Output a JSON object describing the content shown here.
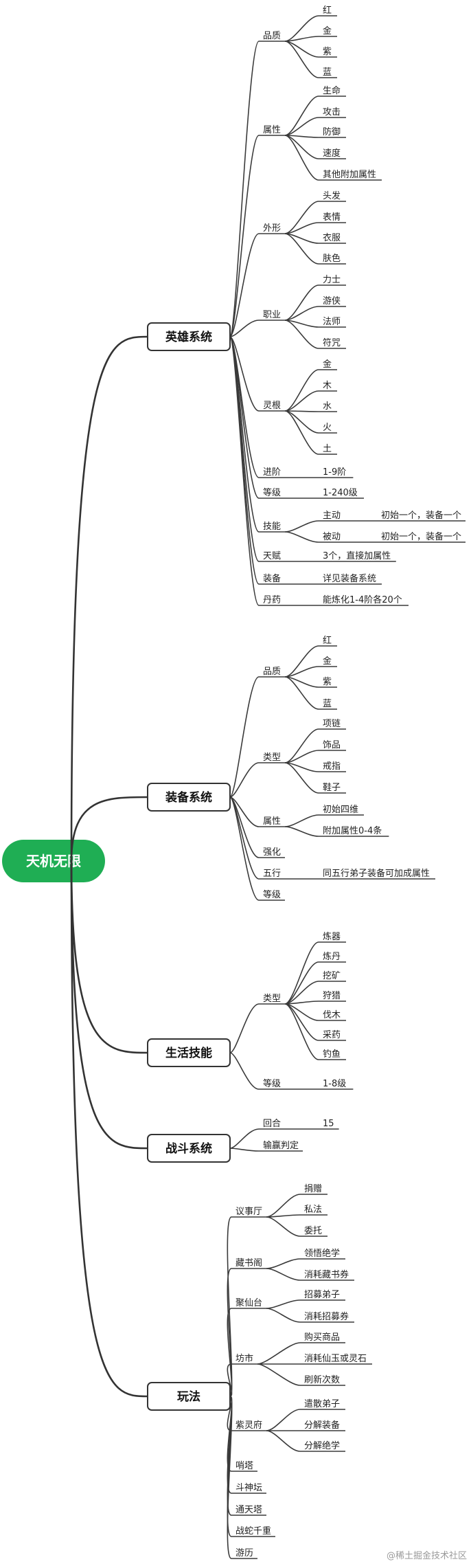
{
  "root": {
    "label": "天机无限"
  },
  "branches": [
    {
      "label": "英雄系统",
      "children": [
        {
          "label": "品质",
          "children": [
            {
              "label": "红"
            },
            {
              "label": "金"
            },
            {
              "label": "紫"
            },
            {
              "label": "蓝"
            }
          ]
        },
        {
          "label": "属性",
          "children": [
            {
              "label": "生命"
            },
            {
              "label": "攻击"
            },
            {
              "label": "防御"
            },
            {
              "label": "速度"
            },
            {
              "label": "其他附加属性"
            }
          ]
        },
        {
          "label": "外形",
          "children": [
            {
              "label": "头发"
            },
            {
              "label": "表情"
            },
            {
              "label": "衣服"
            },
            {
              "label": "肤色"
            }
          ]
        },
        {
          "label": "职业",
          "children": [
            {
              "label": "力士"
            },
            {
              "label": "游侠"
            },
            {
              "label": "法师"
            },
            {
              "label": "符咒"
            }
          ]
        },
        {
          "label": "灵根",
          "children": [
            {
              "label": "金"
            },
            {
              "label": "木"
            },
            {
              "label": "水"
            },
            {
              "label": "火"
            },
            {
              "label": "土"
            }
          ]
        },
        {
          "label": "进阶",
          "children": [
            {
              "label": "1-9阶"
            }
          ]
        },
        {
          "label": "等级",
          "children": [
            {
              "label": "1-240级"
            }
          ]
        },
        {
          "label": "技能",
          "children": [
            {
              "label": "主动",
              "children": [
                {
                  "label": "初始一个，装备一个"
                }
              ]
            },
            {
              "label": "被动",
              "children": [
                {
                  "label": "初始一个，装备一个"
                }
              ]
            }
          ]
        },
        {
          "label": "天赋",
          "children": [
            {
              "label": "3个，直接加属性"
            }
          ]
        },
        {
          "label": "装备",
          "children": [
            {
              "label": "详见装备系统"
            }
          ]
        },
        {
          "label": "丹药",
          "children": [
            {
              "label": "能炼化1-4阶各20个"
            }
          ]
        }
      ]
    },
    {
      "label": "装备系统",
      "children": [
        {
          "label": "品质",
          "children": [
            {
              "label": "红"
            },
            {
              "label": "金"
            },
            {
              "label": "紫"
            },
            {
              "label": "蓝"
            }
          ]
        },
        {
          "label": "类型",
          "children": [
            {
              "label": "项链"
            },
            {
              "label": "饰品"
            },
            {
              "label": "戒指"
            },
            {
              "label": "鞋子"
            }
          ]
        },
        {
          "label": "属性",
          "children": [
            {
              "label": "初始四维"
            },
            {
              "label": "附加属性0-4条"
            }
          ]
        },
        {
          "label": "强化",
          "children": []
        },
        {
          "label": "五行",
          "children": [
            {
              "label": "同五行弟子装备可加成属性"
            }
          ]
        },
        {
          "label": "等级",
          "children": []
        }
      ]
    },
    {
      "label": "生活技能",
      "children": [
        {
          "label": "类型",
          "children": [
            {
              "label": "炼器"
            },
            {
              "label": "炼丹"
            },
            {
              "label": "挖矿"
            },
            {
              "label": "狩猎"
            },
            {
              "label": "伐木"
            },
            {
              "label": "采药"
            },
            {
              "label": "钓鱼"
            }
          ]
        },
        {
          "label": "等级",
          "children": [
            {
              "label": "1-8级"
            }
          ]
        }
      ]
    },
    {
      "label": "战斗系统",
      "children": [
        {
          "label": "回合",
          "children": [
            {
              "label": "15"
            }
          ]
        },
        {
          "label": "输赢判定",
          "children": []
        }
      ]
    },
    {
      "label": "玩法",
      "children": [
        {
          "label": "议事厅",
          "children": [
            {
              "label": "捐赠"
            },
            {
              "label": "私法"
            },
            {
              "label": "委托"
            }
          ]
        },
        {
          "label": "藏书阁",
          "children": [
            {
              "label": "领悟绝学"
            },
            {
              "label": "消耗藏书券"
            }
          ]
        },
        {
          "label": "聚仙台",
          "children": [
            {
              "label": "招募弟子"
            },
            {
              "label": "消耗招募券"
            }
          ]
        },
        {
          "label": "坊市",
          "children": [
            {
              "label": "购买商品"
            },
            {
              "label": "消耗仙玉或灵石"
            },
            {
              "label": "刷新次数"
            }
          ]
        },
        {
          "label": "紫灵府",
          "children": [
            {
              "label": "遣散弟子"
            },
            {
              "label": "分解装备"
            },
            {
              "label": "分解绝学"
            }
          ]
        },
        {
          "label": "哨塔",
          "children": []
        },
        {
          "label": "斗神坛",
          "children": []
        },
        {
          "label": "通天塔",
          "children": []
        },
        {
          "label": "战蛇千重",
          "children": []
        },
        {
          "label": "游历",
          "children": []
        }
      ]
    }
  ],
  "watermark": "@稀土掘金技术社区",
  "colors": {
    "root": "#1fae54",
    "line": "#333333",
    "box_border": "#333333"
  }
}
